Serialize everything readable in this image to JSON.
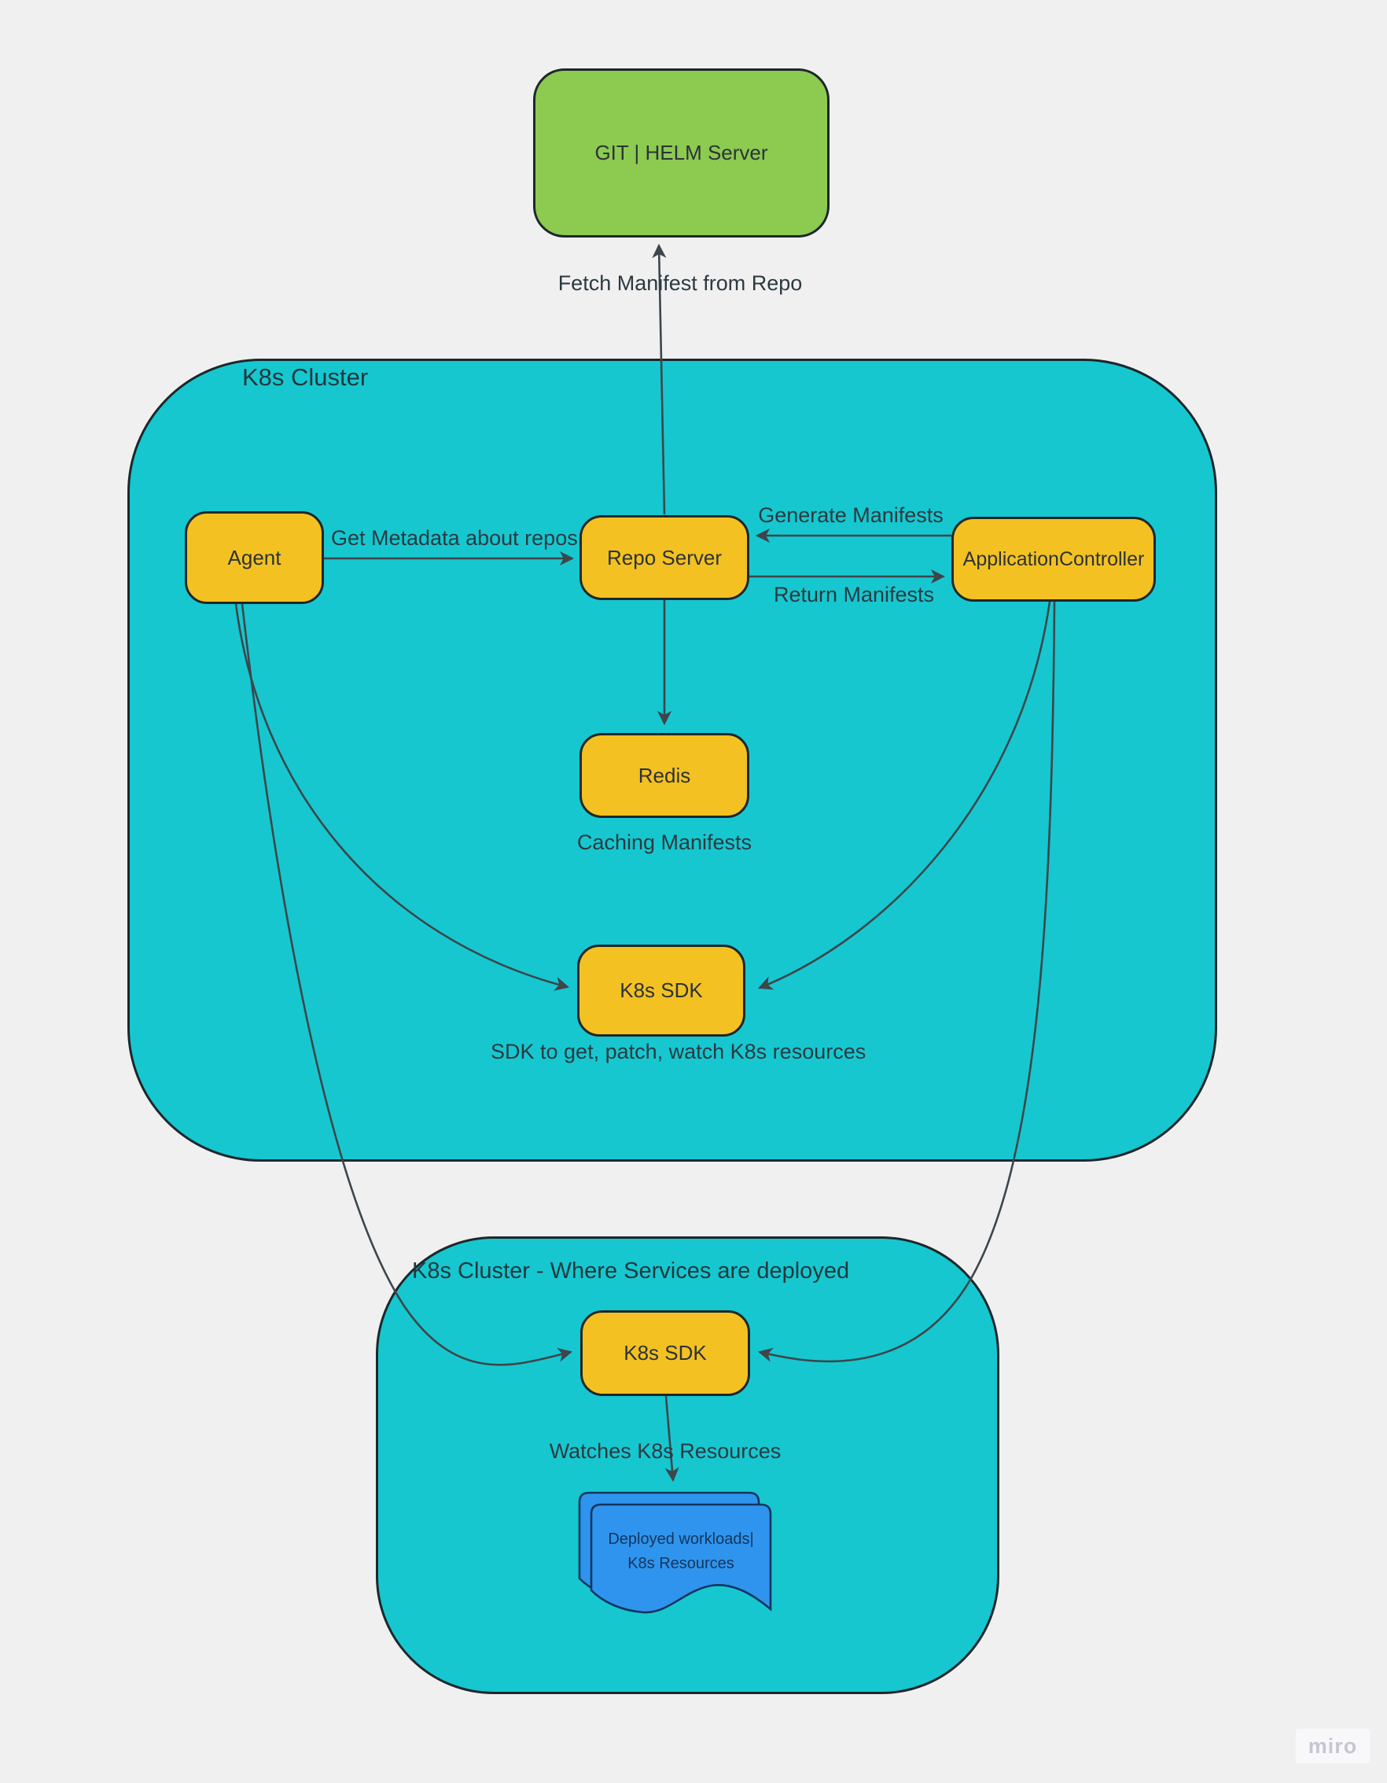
{
  "page": {
    "watermark": "miro",
    "background": "#f0f0f1"
  },
  "colors": {
    "cluster_fill": "#16c7d0",
    "node_fill": "#f4c122",
    "git_fill": "#8cca50",
    "document_fill": "#2f94ed",
    "outline": "#1d272b",
    "connector": "#3c464b",
    "text": "#2b3a3f"
  },
  "clusters": {
    "main": {
      "label": "K8s Cluster"
    },
    "deploy": {
      "label": "K8s Cluster - Where Services are deployed"
    }
  },
  "nodes": {
    "git": {
      "label": "GIT | HELM Server"
    },
    "agent": {
      "label": "Agent"
    },
    "repo_server": {
      "label": "Repo Server"
    },
    "application_controller": {
      "label": "ApplicationController"
    },
    "redis": {
      "label": "Redis"
    },
    "sdk_upper": {
      "label": "K8s SDK"
    },
    "sdk_lower": {
      "label": "K8s SDK"
    },
    "document": {
      "line1": "Deployed workloads|",
      "line2": "K8s Resources"
    }
  },
  "labels": {
    "fetch_manifest": "Fetch Manifest from Repo",
    "get_metadata": "Get Metadata about repos",
    "generate_manifests": "Generate Manifests",
    "return_manifests": "Return Manifests",
    "caching_manifests": "Caching Manifests",
    "sdk_caption": "SDK to get, patch, watch K8s resources",
    "watches_resources": "Watches K8s Resources"
  }
}
